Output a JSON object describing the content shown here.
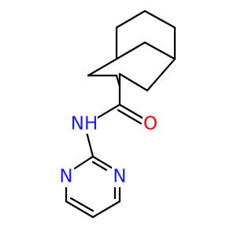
{
  "molecule": {
    "atoms": {
      "nh": {
        "label": "NH",
        "color": "#1a1aff"
      },
      "o": {
        "label": "O",
        "color": "#ff0000"
      },
      "n_left": {
        "label": "N",
        "color": "#1a1aff"
      },
      "n_right": {
        "label": "N",
        "color": "#1a1aff"
      }
    },
    "bond_color": "#000000"
  }
}
